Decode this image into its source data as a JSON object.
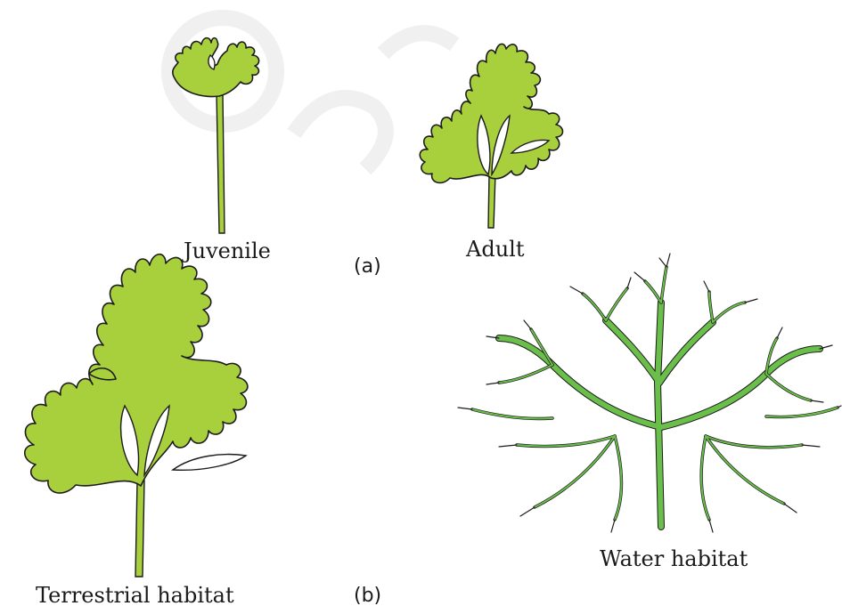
{
  "colors": {
    "leaf_terrestrial": "#a8cf3c",
    "leaf_aquatic": "#6abf4b",
    "outline": "#1c1c1c"
  },
  "labels": {
    "juvenile": "Juvenile",
    "adult": "Adult",
    "part_a": "(a)",
    "terrestrial": "Terrestrial habitat",
    "part_b": "(b)",
    "water": "Water habitat"
  }
}
